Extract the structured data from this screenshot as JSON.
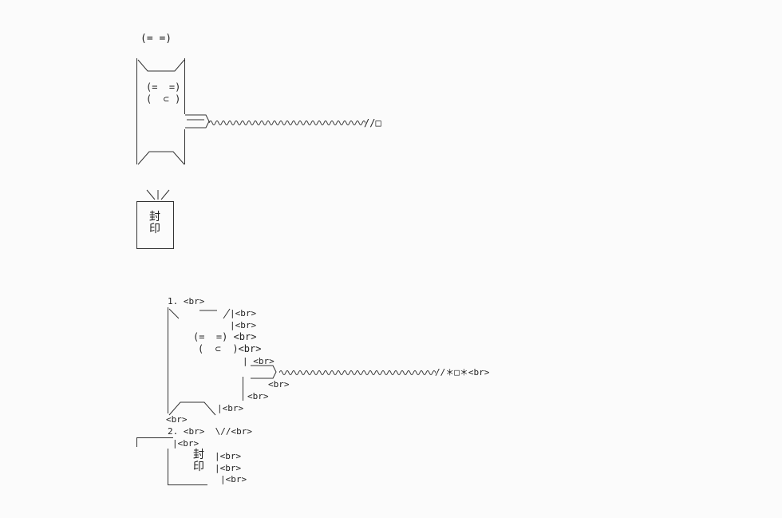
{
  "art1": {
    "eyes_top": "(= =)",
    "face": "(=  =)",
    "body": "(  ⊂ )",
    "rope_end": "//□",
    "seal_char_1": "封",
    "seal_char_2": "印"
  },
  "art2": {
    "lines": [
      "1. <br>",
      "\\  ___ /|<br>",
      "|<br>",
      "(=  =) <br>",
      "(  ⊂  )<br>",
      "| <br>",
      "<br>",
      "<br>",
      "|<br>",
      "/‾‾‾‾\\ |<br>",
      "<br>",
      "2. <br>  \\//<br>",
      "|<br>",
      "|<br>",
      "|<br>",
      "|<br>"
    ],
    "rope_end": "//＊□＊<br>",
    "seal_char_1": "封",
    "seal_char_2": "印"
  }
}
